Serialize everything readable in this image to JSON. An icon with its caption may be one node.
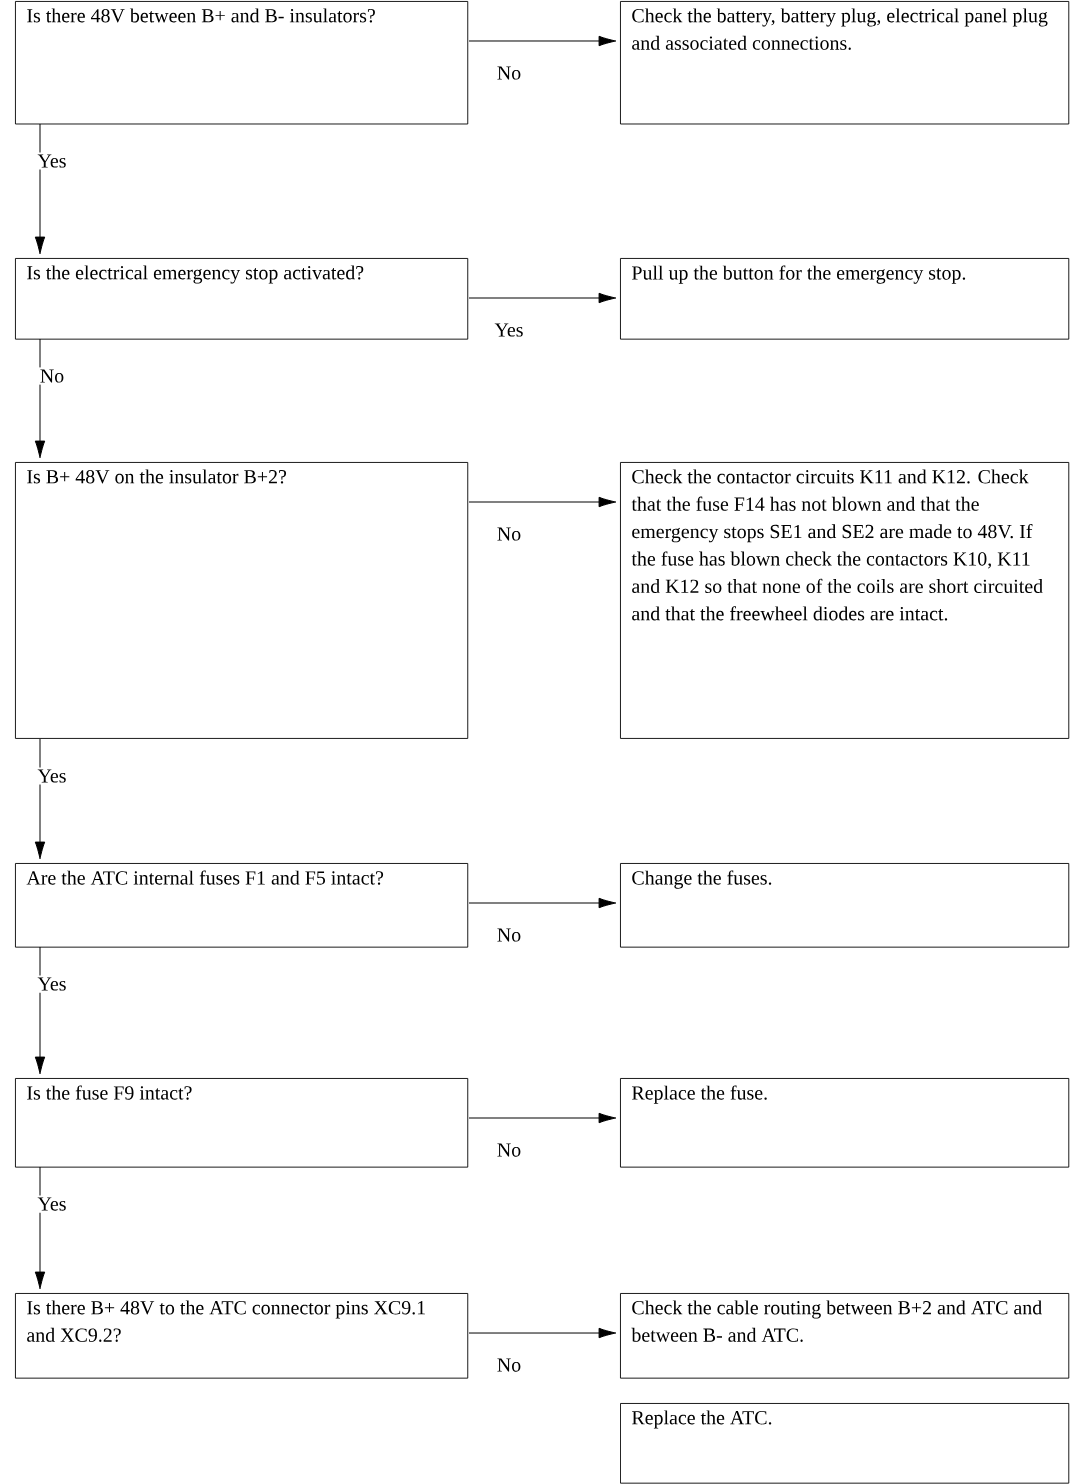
{
  "diagram": {
    "nodes": [
      {
        "text": [
          "Is there 48V between B+ and B- insulators?"
        ]
      },
      {
        "text": [
          "Check the battery, battery plug, electrical panel plug and associated connections."
        ]
      },
      {
        "text": [
          "Is the electrical emergency stop activated?"
        ]
      },
      {
        "text": [
          "Pull up the button for the emergency stop."
        ]
      },
      {
        "text": [
          "Is B+ 48V on the insulator B+2?"
        ]
      },
      {
        "text": [
          "Check the contactor circuits K11 and K12. Check that the fuse F14 has not blown and that the emergency stops SE1 and SE2 are made to 48V. If the fuse has blown check the contactors K10, K11 and K12 so that none of the coils are short circuited and that the freewheel diodes are intact."
        ]
      },
      {
        "text": [
          "Are the ATC internal fuses F1 and F5 intact?"
        ]
      },
      {
        "text": [
          "Change the fuses."
        ]
      },
      {
        "text": [
          "Is the fuse F9 intact?"
        ]
      },
      {
        "text": [
          "Replace the fuse."
        ]
      },
      {
        "text": [
          "Is there B+ 48V to the ATC connector pins XC9.1 and XC9.2?"
        ]
      },
      {
        "text": [
          "Check the cable routing between B+2 and ATC and between B- and ATC."
        ]
      },
      {
        "text": [
          "Replace the ATC."
        ]
      }
    ],
    "edges": [
      {
        "from": 0,
        "to": 1,
        "arrow": "to",
        "label": "No"
      },
      {
        "from": 0,
        "to": 2,
        "arrow": "to",
        "label": "Yes"
      },
      {
        "from": 2,
        "to": 3,
        "arrow": "to",
        "label": "Yes"
      },
      {
        "from": 2,
        "to": 4,
        "arrow": "to",
        "label": "No"
      },
      {
        "from": 4,
        "to": 5,
        "arrow": "to",
        "label": "No"
      },
      {
        "from": 4,
        "to": 6,
        "arrow": "to",
        "label": "Yes"
      },
      {
        "from": 6,
        "to": 7,
        "arrow": "to",
        "label": "No"
      },
      {
        "from": 6,
        "to": 8,
        "arrow": "to",
        "label": "Yes"
      },
      {
        "from": 8,
        "to": 9,
        "arrow": "to",
        "label": "No"
      },
      {
        "from": 8,
        "to": 10,
        "arrow": "to",
        "label": "Yes"
      },
      {
        "from": 10,
        "to": 11,
        "arrow": "to",
        "label": "No"
      }
    ]
  }
}
